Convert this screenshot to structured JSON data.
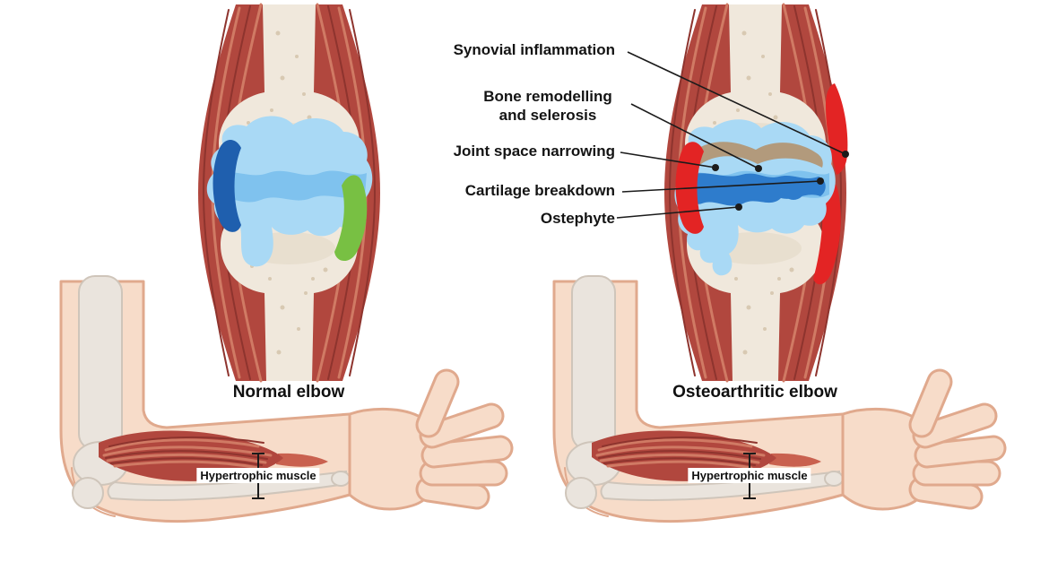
{
  "annotations": {
    "items": [
      {
        "label": "Synovial inflammation"
      },
      {
        "label": "Bone remodelling and selerosis"
      },
      {
        "label": "Joint space narrowing"
      },
      {
        "label": "Cartilage breakdown"
      },
      {
        "label": "Ostephyte"
      }
    ]
  },
  "captions": {
    "left": "Normal elbow",
    "right": "Osteoarthritic elbow"
  },
  "muscle_markers": {
    "left_label": "Hypertrophic muscle",
    "right_label": "Hypertrophic muscle"
  },
  "colors": {
    "muscle_red": "#b1473e",
    "muscle_streak_light": "#d07a64",
    "muscle_streak_dark": "#8e342e",
    "bone_cream": "#f0e8dc",
    "bone_stipple": "#d8c9b2",
    "capsule_light_blue": "#a9d9f5",
    "capsule_mid_blue": "#7fc2ee",
    "cartilage_dark_blue": "#2e7ccc",
    "meniscus_dark_blue": "#1f5fae",
    "ligament_green": "#78c043",
    "inflamed_red": "#e32424",
    "sclerosis_tan": "#b29a7c",
    "skin": "#f7dcc9",
    "skin_outline": "#e0a98d",
    "bone_gray": "#eae4dd",
    "line_black": "#1b1b1b"
  }
}
